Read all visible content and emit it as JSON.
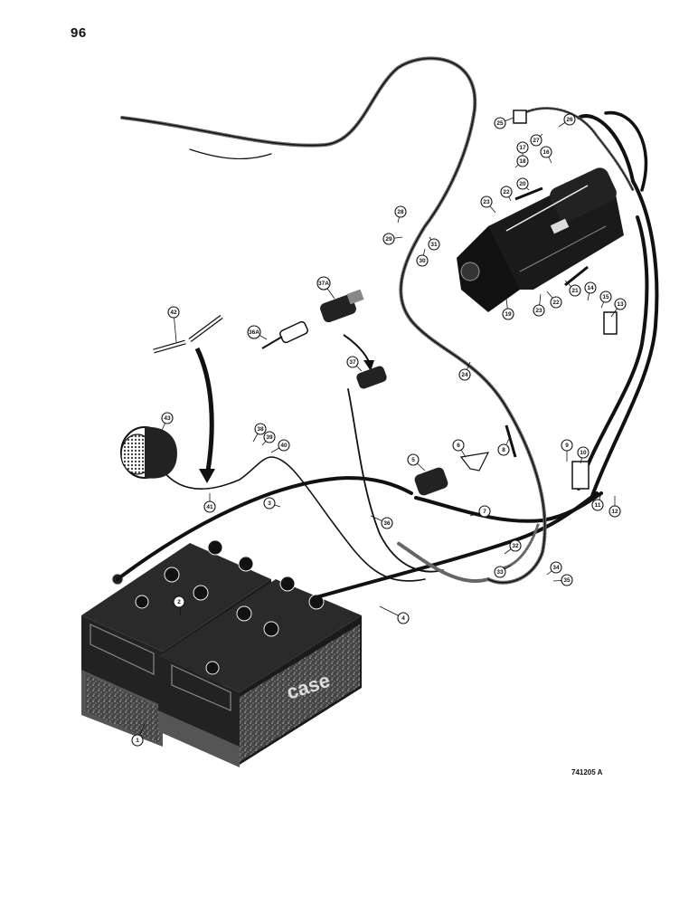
{
  "page": {
    "number": "96",
    "figure_code": "741205 A"
  },
  "diagram": {
    "brand_lettering": "case",
    "callouts": [
      {
        "label": "1"
      },
      {
        "label": "2"
      },
      {
        "label": "3"
      },
      {
        "label": "4"
      },
      {
        "label": "5"
      },
      {
        "label": "6"
      },
      {
        "label": "7"
      },
      {
        "label": "8"
      },
      {
        "label": "9"
      },
      {
        "label": "10"
      },
      {
        "label": "11"
      },
      {
        "label": "12"
      },
      {
        "label": "13"
      },
      {
        "label": "14"
      },
      {
        "label": "15"
      },
      {
        "label": "16"
      },
      {
        "label": "17"
      },
      {
        "label": "18"
      },
      {
        "label": "19"
      },
      {
        "label": "20"
      },
      {
        "label": "21"
      },
      {
        "label": "22"
      },
      {
        "label": "22"
      },
      {
        "label": "23"
      },
      {
        "label": "23"
      },
      {
        "label": "24"
      },
      {
        "label": "25"
      },
      {
        "label": "26"
      },
      {
        "label": "27"
      },
      {
        "label": "28"
      },
      {
        "label": "29"
      },
      {
        "label": "30"
      },
      {
        "label": "31"
      },
      {
        "label": "32"
      },
      {
        "label": "33"
      },
      {
        "label": "34"
      },
      {
        "label": "35"
      },
      {
        "label": "36"
      },
      {
        "label": "37"
      },
      {
        "label": "37A"
      },
      {
        "label": "36A"
      },
      {
        "label": "38"
      },
      {
        "label": "39"
      },
      {
        "label": "40"
      },
      {
        "label": "41"
      },
      {
        "label": "42"
      },
      {
        "label": "43"
      }
    ]
  }
}
